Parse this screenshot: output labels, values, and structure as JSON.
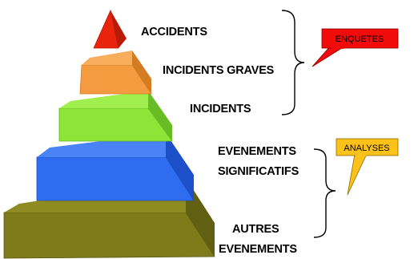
{
  "levels": [
    {
      "label_lines": [
        "ACCIDENTS"
      ],
      "color": "#e8240c"
    },
    {
      "label_lines": [
        "INCIDENTS GRAVES"
      ],
      "color": "#f59b3f"
    },
    {
      "label_lines": [
        "INCIDENTS"
      ],
      "color": "#8de637"
    },
    {
      "label_lines": [
        "EVENEMENTS",
        "SIGNIFICATIFS"
      ],
      "color": "#2f6df0"
    },
    {
      "label_lines": [
        "AUTRES",
        "EVENEMENTS"
      ],
      "color": "#7e7c1a"
    }
  ],
  "callouts": [
    {
      "label": "ENQUETES",
      "color": "#f20b0b"
    },
    {
      "label": "ANALYSES",
      "color": "#fcc21a"
    }
  ]
}
